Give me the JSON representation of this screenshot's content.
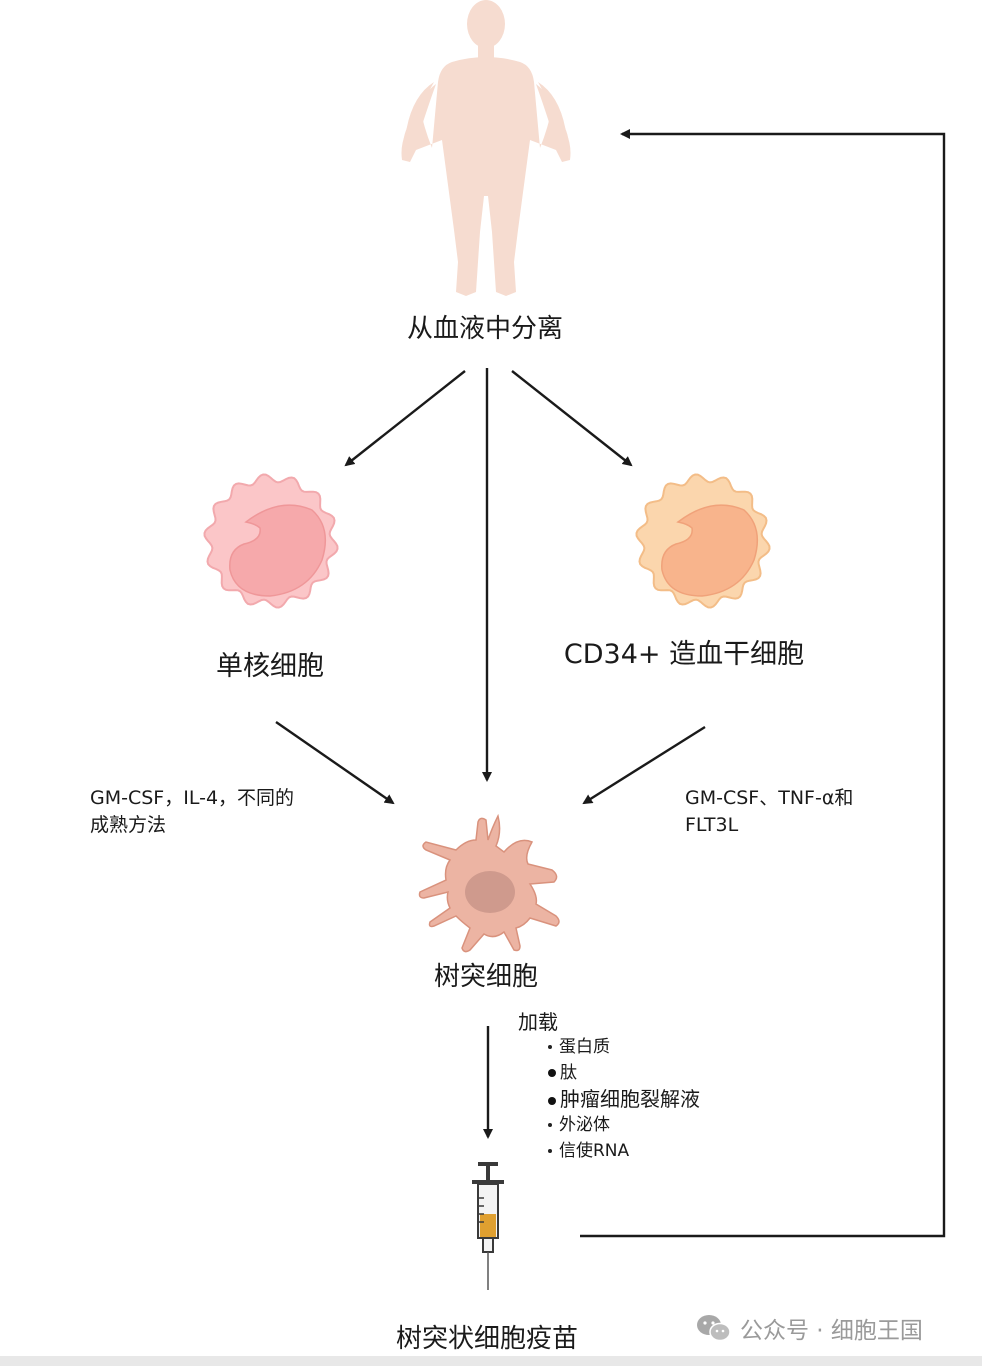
{
  "labels": {
    "source": "从血液中分离",
    "monocyte": "单核细胞",
    "cd34": "CD34+ 造血干细胞",
    "note_left_line1": "GM-CSF，IL-4，不同的",
    "note_left_line2": "成熟方法",
    "note_right_line1": "GM-CSF、TNF-α和",
    "note_right_line2": "FLT3L",
    "dendritic": "树突细胞",
    "loading_title": "加载",
    "vaccine": "树突状细胞疫苗"
  },
  "loading_items": [
    {
      "text": "蛋白质",
      "bullet": "small"
    },
    {
      "text": "肽",
      "bullet": "large"
    },
    {
      "text": "肿瘤细胞裂解液",
      "bullet": "large"
    },
    {
      "text": "外泌体",
      "bullet": "small"
    },
    {
      "text": "信使RNA",
      "bullet": "small"
    }
  ],
  "watermark": "公众号 · 细胞王国",
  "colors": {
    "body_silhouette": "#f6dcd0",
    "monocyte_fill": "#fbc6c8",
    "monocyte_nucleus": "#f3a3a6",
    "cd34_fill": "#fbd6ad",
    "cd34_nucleus": "#f7b58c",
    "dc_fill": "#ecb4a3",
    "dc_nucleus": "#cf9a8d",
    "syringe_liquid": "#e0a030",
    "arrow": "#1a1a1a"
  },
  "icons": [
    "human-body-icon",
    "monocyte-cell-icon",
    "stem-cell-icon",
    "dendritic-cell-icon",
    "syringe-icon",
    "wechat-icon"
  ]
}
